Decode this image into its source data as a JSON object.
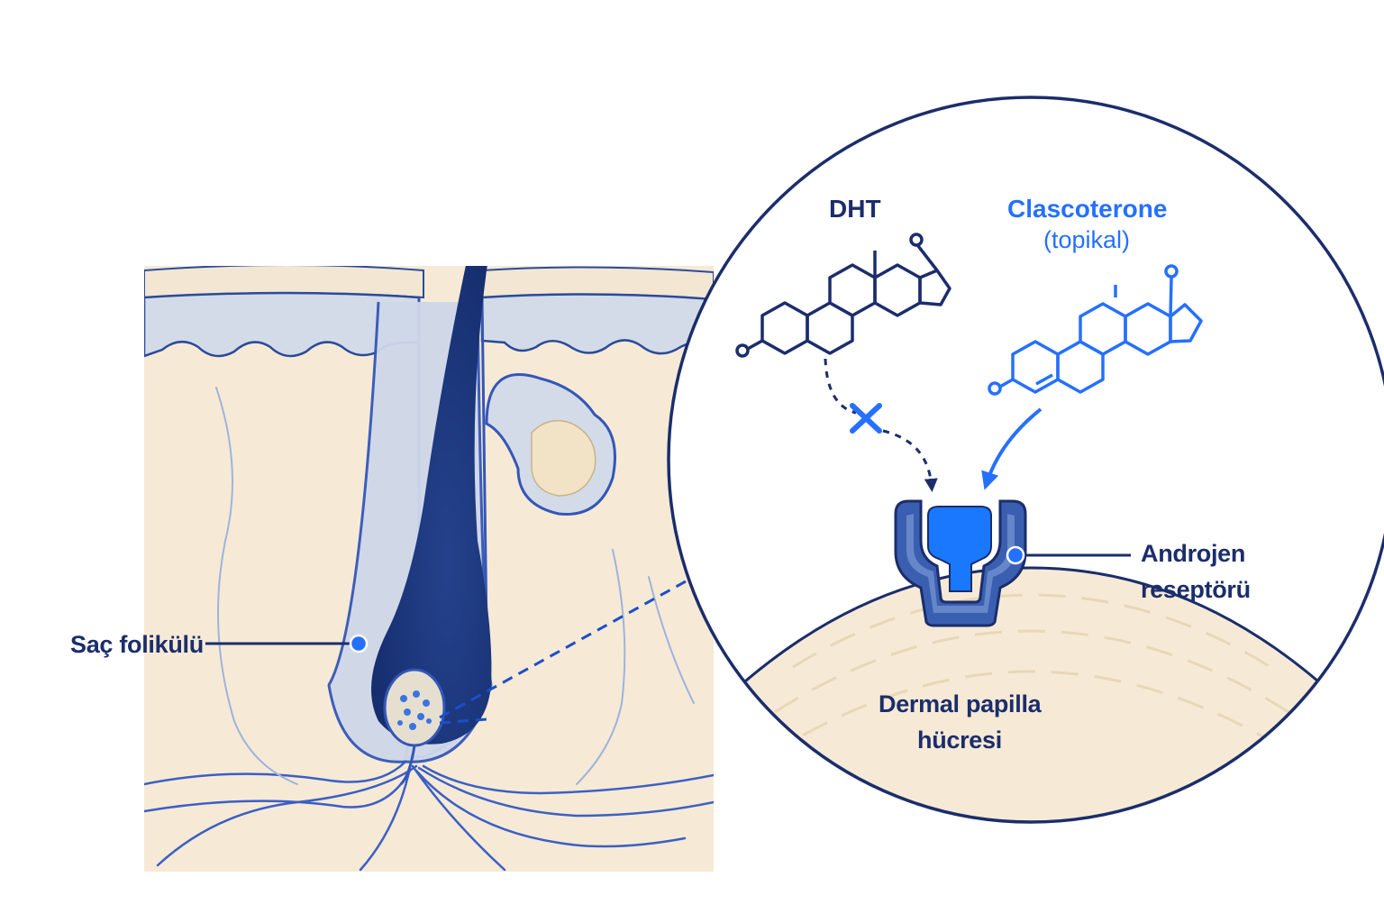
{
  "labels": {
    "dht": "DHT",
    "clascoterone": "Clascoterone",
    "clascoterone_note": "(topikal)",
    "receptor_line1": "Androjen",
    "receptor_line2": "reseptörü",
    "follicle": "Saç folikülü",
    "papilla_line1": "Dermal papilla",
    "papilla_line2": "hücresi"
  },
  "colors": {
    "navy": "#17306e",
    "line_navy": "#1b2d6b",
    "accent_blue": "#2570ff",
    "skin": "#f6ead6",
    "epidermis": "#d3dbe8"
  },
  "icons": {
    "blocked_marker": "x-mark-icon"
  }
}
